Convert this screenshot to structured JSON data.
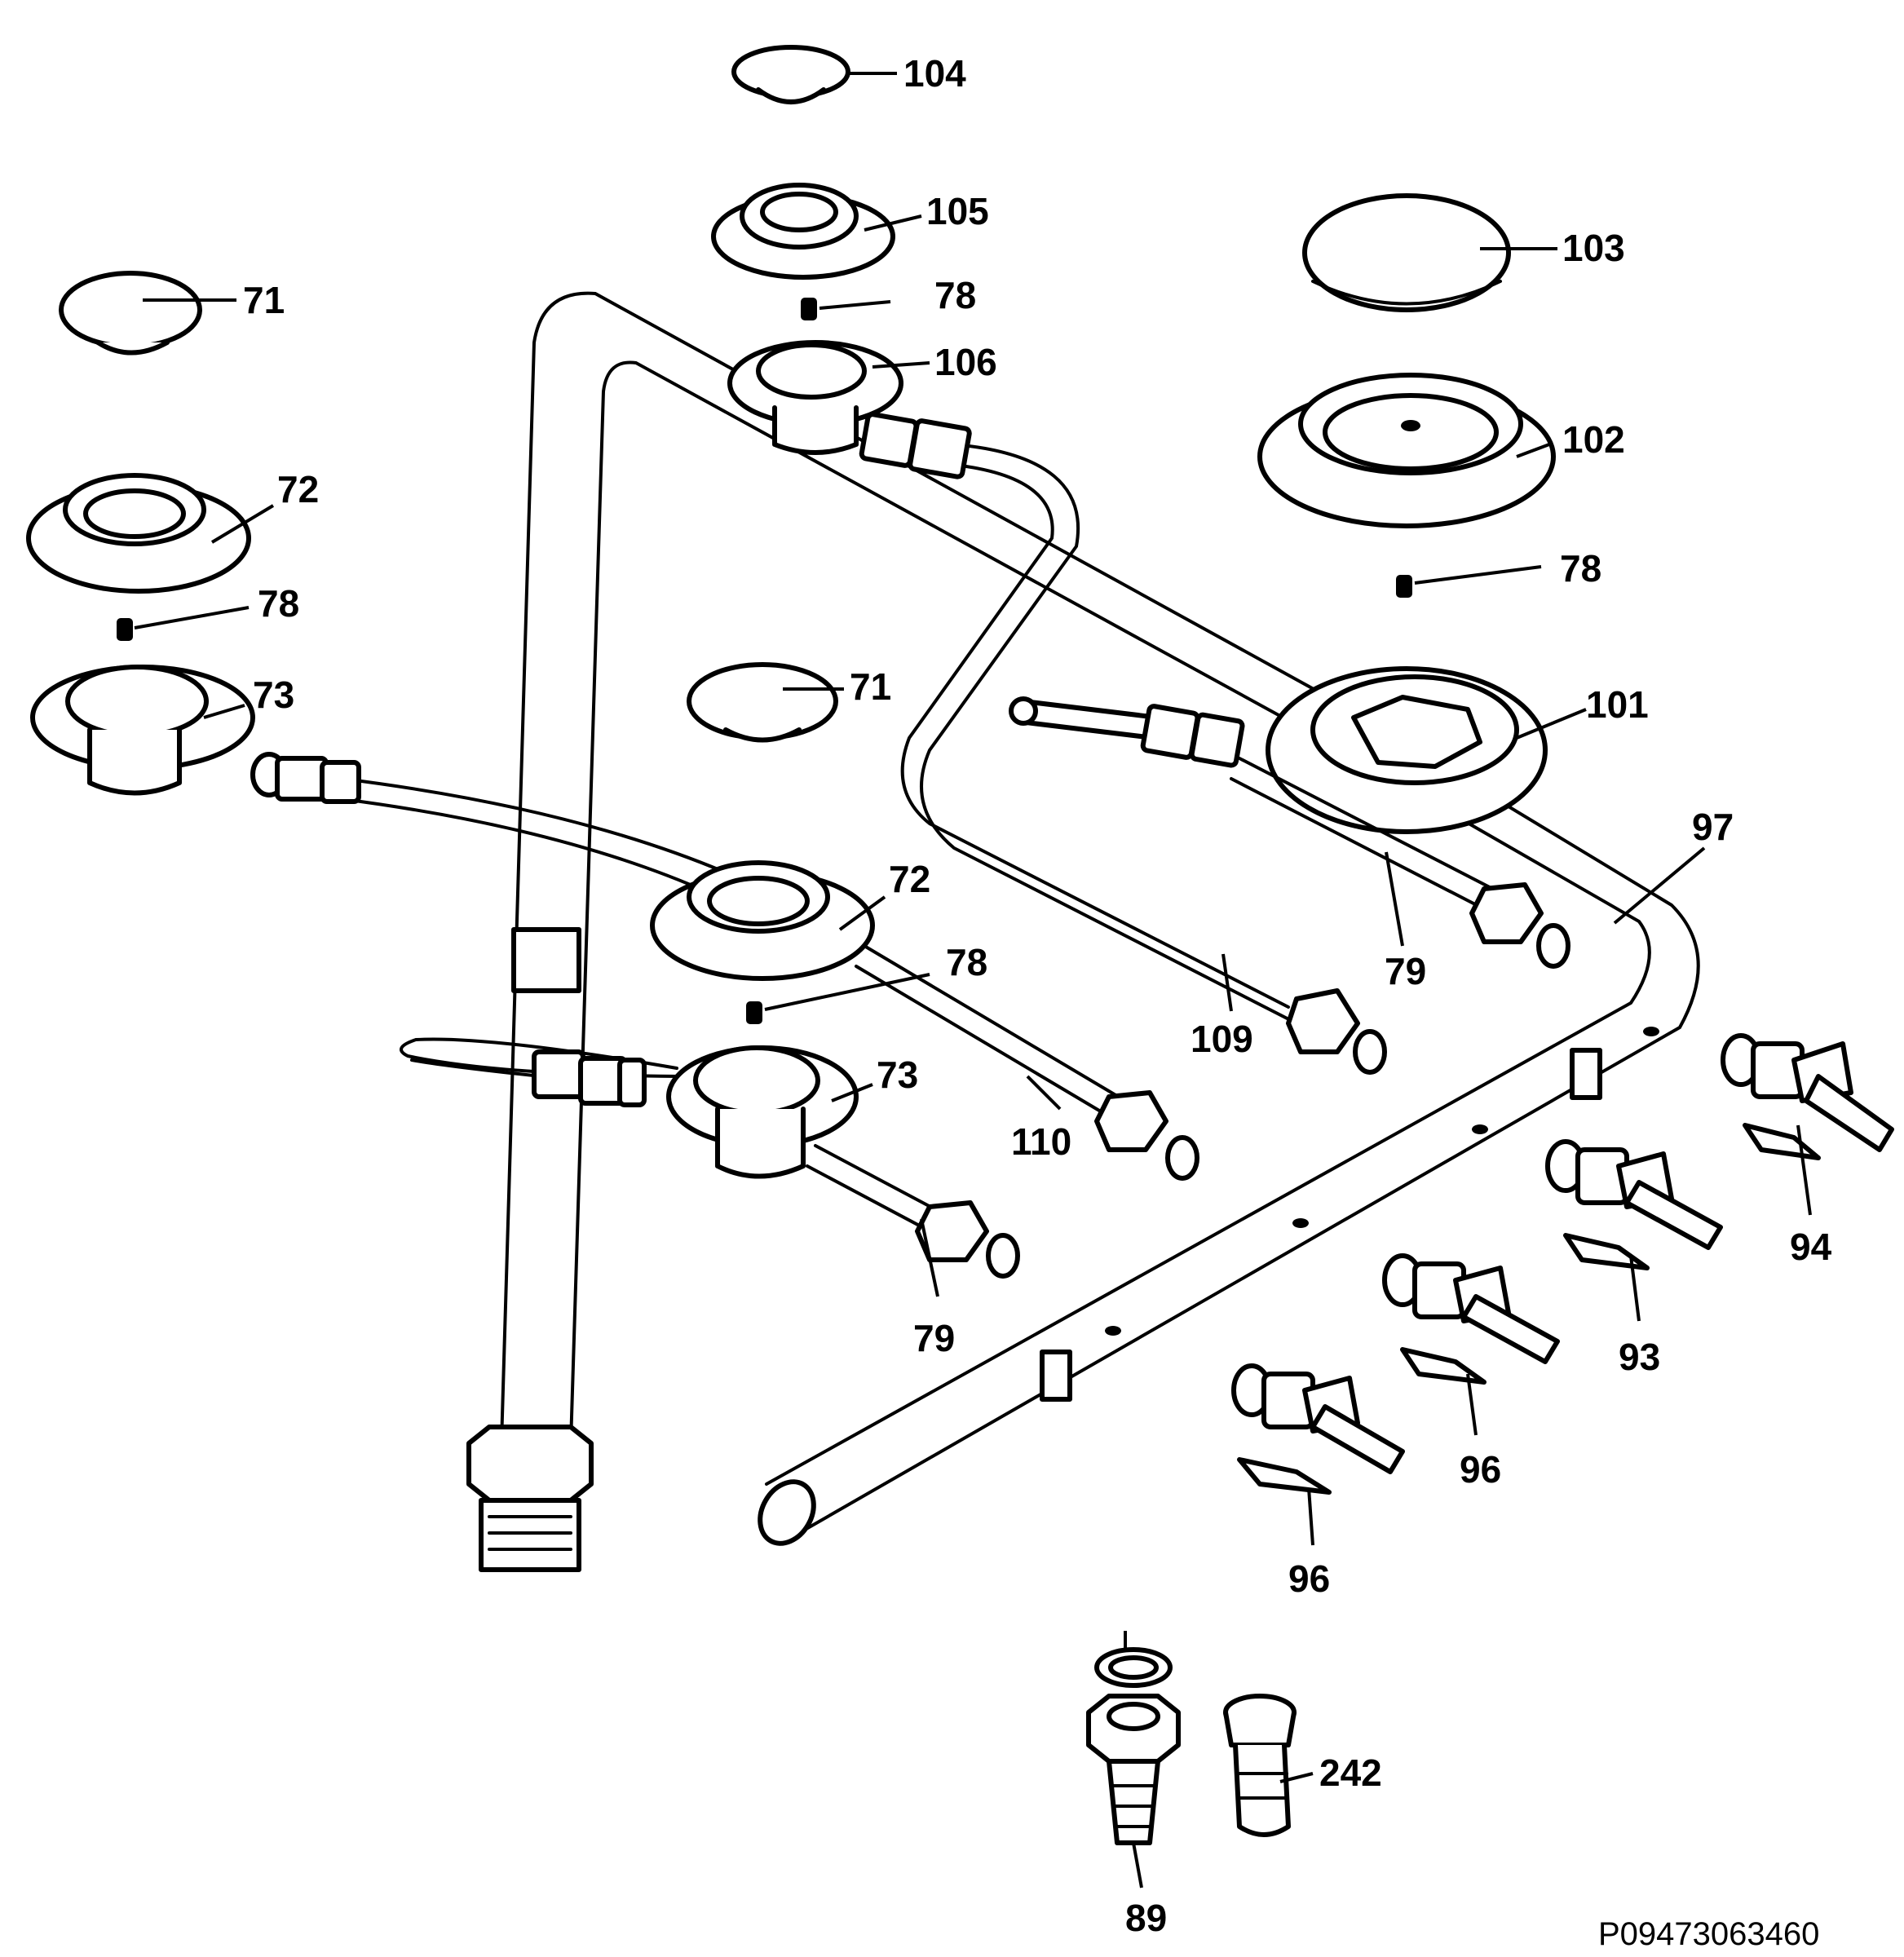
{
  "reference_code": "P09473063460",
  "callouts": {
    "c104": "104",
    "c105": "105",
    "c78a": "78",
    "c106": "106",
    "c103": "103",
    "c102": "102",
    "c78b": "78",
    "c71a": "71",
    "c72a": "72",
    "c78c": "78",
    "c73a": "73",
    "c71b": "71",
    "c101": "101",
    "c97": "97",
    "c72b": "72",
    "c78d": "78",
    "c79a": "79",
    "c109": "109",
    "c73b": "73",
    "c110": "110",
    "c79b": "79",
    "c94": "94",
    "c93": "93",
    "c96a": "96",
    "c96b": "96",
    "c242": "242",
    "c89": "89"
  }
}
